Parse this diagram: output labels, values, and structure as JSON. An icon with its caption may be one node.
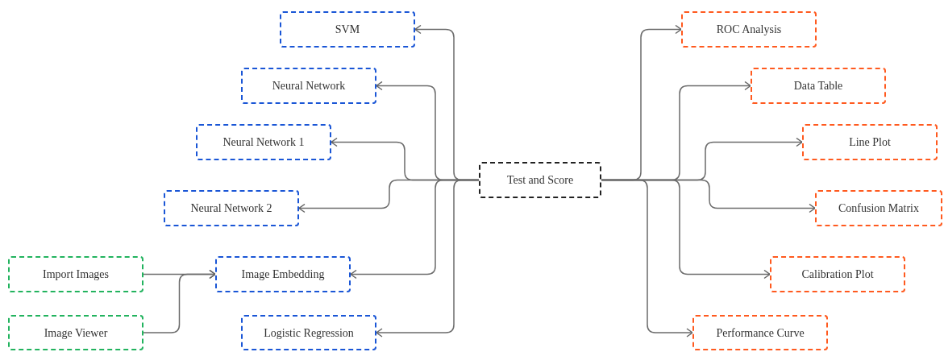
{
  "diagram": {
    "nodes": [
      {
        "text": [
          "SVM"
        ]
      },
      {
        "text": [
          "Neural Network"
        ]
      },
      {
        "text": [
          "Neural Network 1"
        ]
      },
      {
        "text": [
          "Neural Network 2"
        ]
      },
      {
        "text": [
          "Import Images"
        ]
      },
      {
        "text": [
          "Image Embedding"
        ]
      },
      {
        "text": [
          "Image Viewer"
        ]
      },
      {
        "text": [
          "Logistic Regression"
        ]
      },
      {
        "text": [
          "Test and Score"
        ]
      },
      {
        "text": [
          "ROC Analysis"
        ]
      },
      {
        "text": [
          "Data Table"
        ]
      },
      {
        "text": [
          "Line Plot"
        ]
      },
      {
        "text": [
          "Confusion Matrix"
        ]
      },
      {
        "text": [
          "Calibration Plot"
        ]
      },
      {
        "text": [
          "Performance Curve"
        ]
      }
    ],
    "edges": [
      {
        "from": 8,
        "to": 0,
        "arrow": "to"
      },
      {
        "from": 8,
        "to": 1,
        "arrow": "to"
      },
      {
        "from": 8,
        "to": 2,
        "arrow": "to"
      },
      {
        "from": 8,
        "to": 3,
        "arrow": "to"
      },
      {
        "from": 8,
        "to": 5,
        "arrow": "to"
      },
      {
        "from": 8,
        "to": 7,
        "arrow": "to"
      },
      {
        "from": 4,
        "to": 5,
        "arrow": "to"
      },
      {
        "from": 6,
        "to": 5,
        "arrow": "to"
      },
      {
        "from": 8,
        "to": 9,
        "arrow": "to"
      },
      {
        "from": 8,
        "to": 10,
        "arrow": "to"
      },
      {
        "from": 8,
        "to": 11,
        "arrow": "to"
      },
      {
        "from": 8,
        "to": 12,
        "arrow": "to"
      },
      {
        "from": 8,
        "to": 13,
        "arrow": "to"
      },
      {
        "from": 8,
        "to": 14,
        "arrow": "to"
      }
    ]
  }
}
